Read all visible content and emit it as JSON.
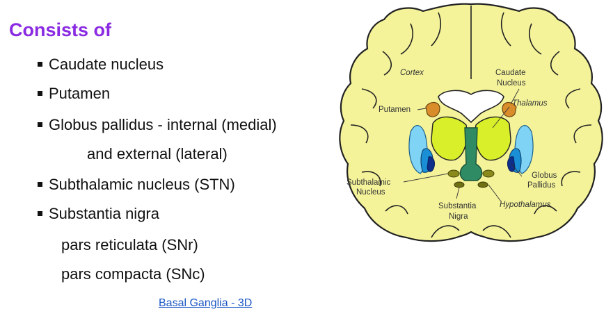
{
  "heading": "Consists of",
  "items": [
    {
      "text": "Caudate nucleus",
      "bullet": true
    },
    {
      "text": "Putamen",
      "bullet": true
    },
    {
      "text": "Globus pallidus - internal (medial)",
      "bullet": true
    },
    {
      "text": "and external (lateral)",
      "bullet": false
    },
    {
      "text": "Subthalamic nucleus (STN)",
      "bullet": true
    },
    {
      "text": "Substantia nigra",
      "bullet": true
    },
    {
      "text": "pars reticulata (SNr)",
      "bullet": false
    },
    {
      "text": "pars compacta (SNc)",
      "bullet": false
    }
  ],
  "link": "Basal Ganglia - 3D",
  "diagram": {
    "labels": {
      "cortex": "Cortex",
      "caudate_1": "Caudate",
      "caudate_2": "Nucleus",
      "thalamus": "Thalamus",
      "putamen": "Putamen",
      "globus_1": "Globus",
      "globus_2": "Pallidus",
      "subthalamic_1": "Subthalamic",
      "subthalamic_2": "Nucleus",
      "hypothalamus": "Hypothalamus",
      "substantia_1": "Substantia",
      "substantia_2": "Nigra"
    },
    "colors": {
      "brain": "#f4f39a",
      "thalamus": "#d8ef2a",
      "putamen_light": "#7fd3f5",
      "globus_ext": "#1a8fd6",
      "globus_int": "#0e2f8a",
      "caudate": "#d88d2a",
      "brainstem": "#2e8b63",
      "substantia": "#8a8a1c",
      "heading": "#8a2be2",
      "link": "#1a56c4"
    }
  }
}
